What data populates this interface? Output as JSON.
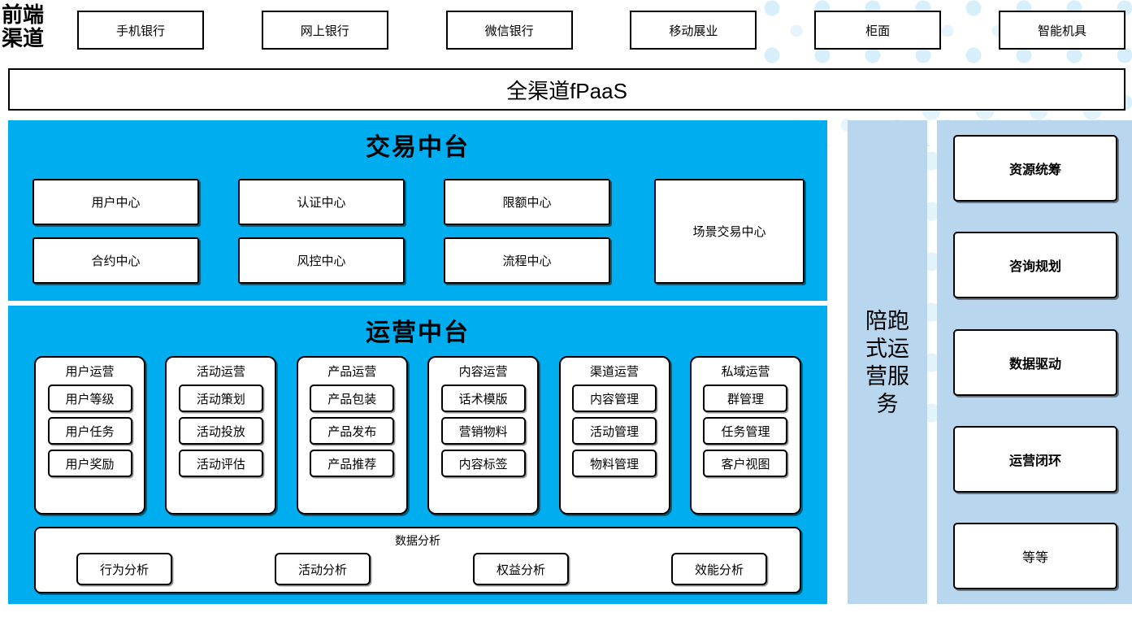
{
  "front_channel": {
    "label": "前端\n渠道",
    "label_line1": "前端",
    "label_line2": "渠道",
    "channels": [
      {
        "name": "手机银行"
      },
      {
        "name": "网上银行"
      },
      {
        "name": "微信银行"
      },
      {
        "name": "移动展业"
      },
      {
        "name": "柜面"
      },
      {
        "name": "智能机具"
      }
    ]
  },
  "fpaas": {
    "title": "全渠道fPaaS"
  },
  "trade_platform": {
    "title": "交易中台",
    "cards": [
      {
        "name": "用户中心"
      },
      {
        "name": "认证中心"
      },
      {
        "name": "限额中心"
      },
      {
        "name": "合约中心"
      },
      {
        "name": "风控中心"
      },
      {
        "name": "流程中心"
      },
      {
        "name": "场景交易中心"
      }
    ]
  },
  "ops_platform": {
    "title": "运营中台",
    "columns": [
      {
        "title": "用户运营",
        "items": [
          "用户等级",
          "用户任务",
          "用户奖励"
        ]
      },
      {
        "title": "活动运营",
        "items": [
          "活动策划",
          "活动投放",
          "活动评估"
        ]
      },
      {
        "title": "产品运营",
        "items": [
          "产品包装",
          "产品发布",
          "产品推荐"
        ]
      },
      {
        "title": "内容运营",
        "items": [
          "话术模版",
          "营销物料",
          "内容标签"
        ]
      },
      {
        "title": "渠道运营",
        "items": [
          "内容管理",
          "活动管理",
          "物料管理"
        ]
      },
      {
        "title": "私域运营",
        "items": [
          "群管理",
          "任务管理",
          "客户视图"
        ]
      }
    ],
    "data_analysis": {
      "title": "数据分析",
      "items": [
        "行为分析",
        "活动分析",
        "权益分析",
        "效能分析"
      ]
    }
  },
  "accompany_service": {
    "title": "陪跑式运营服务"
  },
  "service_column": {
    "cards": [
      {
        "name": "资源统筹",
        "bold": true
      },
      {
        "name": "咨询规划",
        "bold": true
      },
      {
        "name": "数据驱动",
        "bold": true
      },
      {
        "name": "运营闭环",
        "bold": true
      },
      {
        "name": "等等",
        "bold": false
      }
    ]
  },
  "colors": {
    "panel_blue": "#00adef",
    "service_blue": "#b8d6ee",
    "dot_blue": "#d7eefb",
    "border": "#000000",
    "card_bg": "#ffffff"
  }
}
